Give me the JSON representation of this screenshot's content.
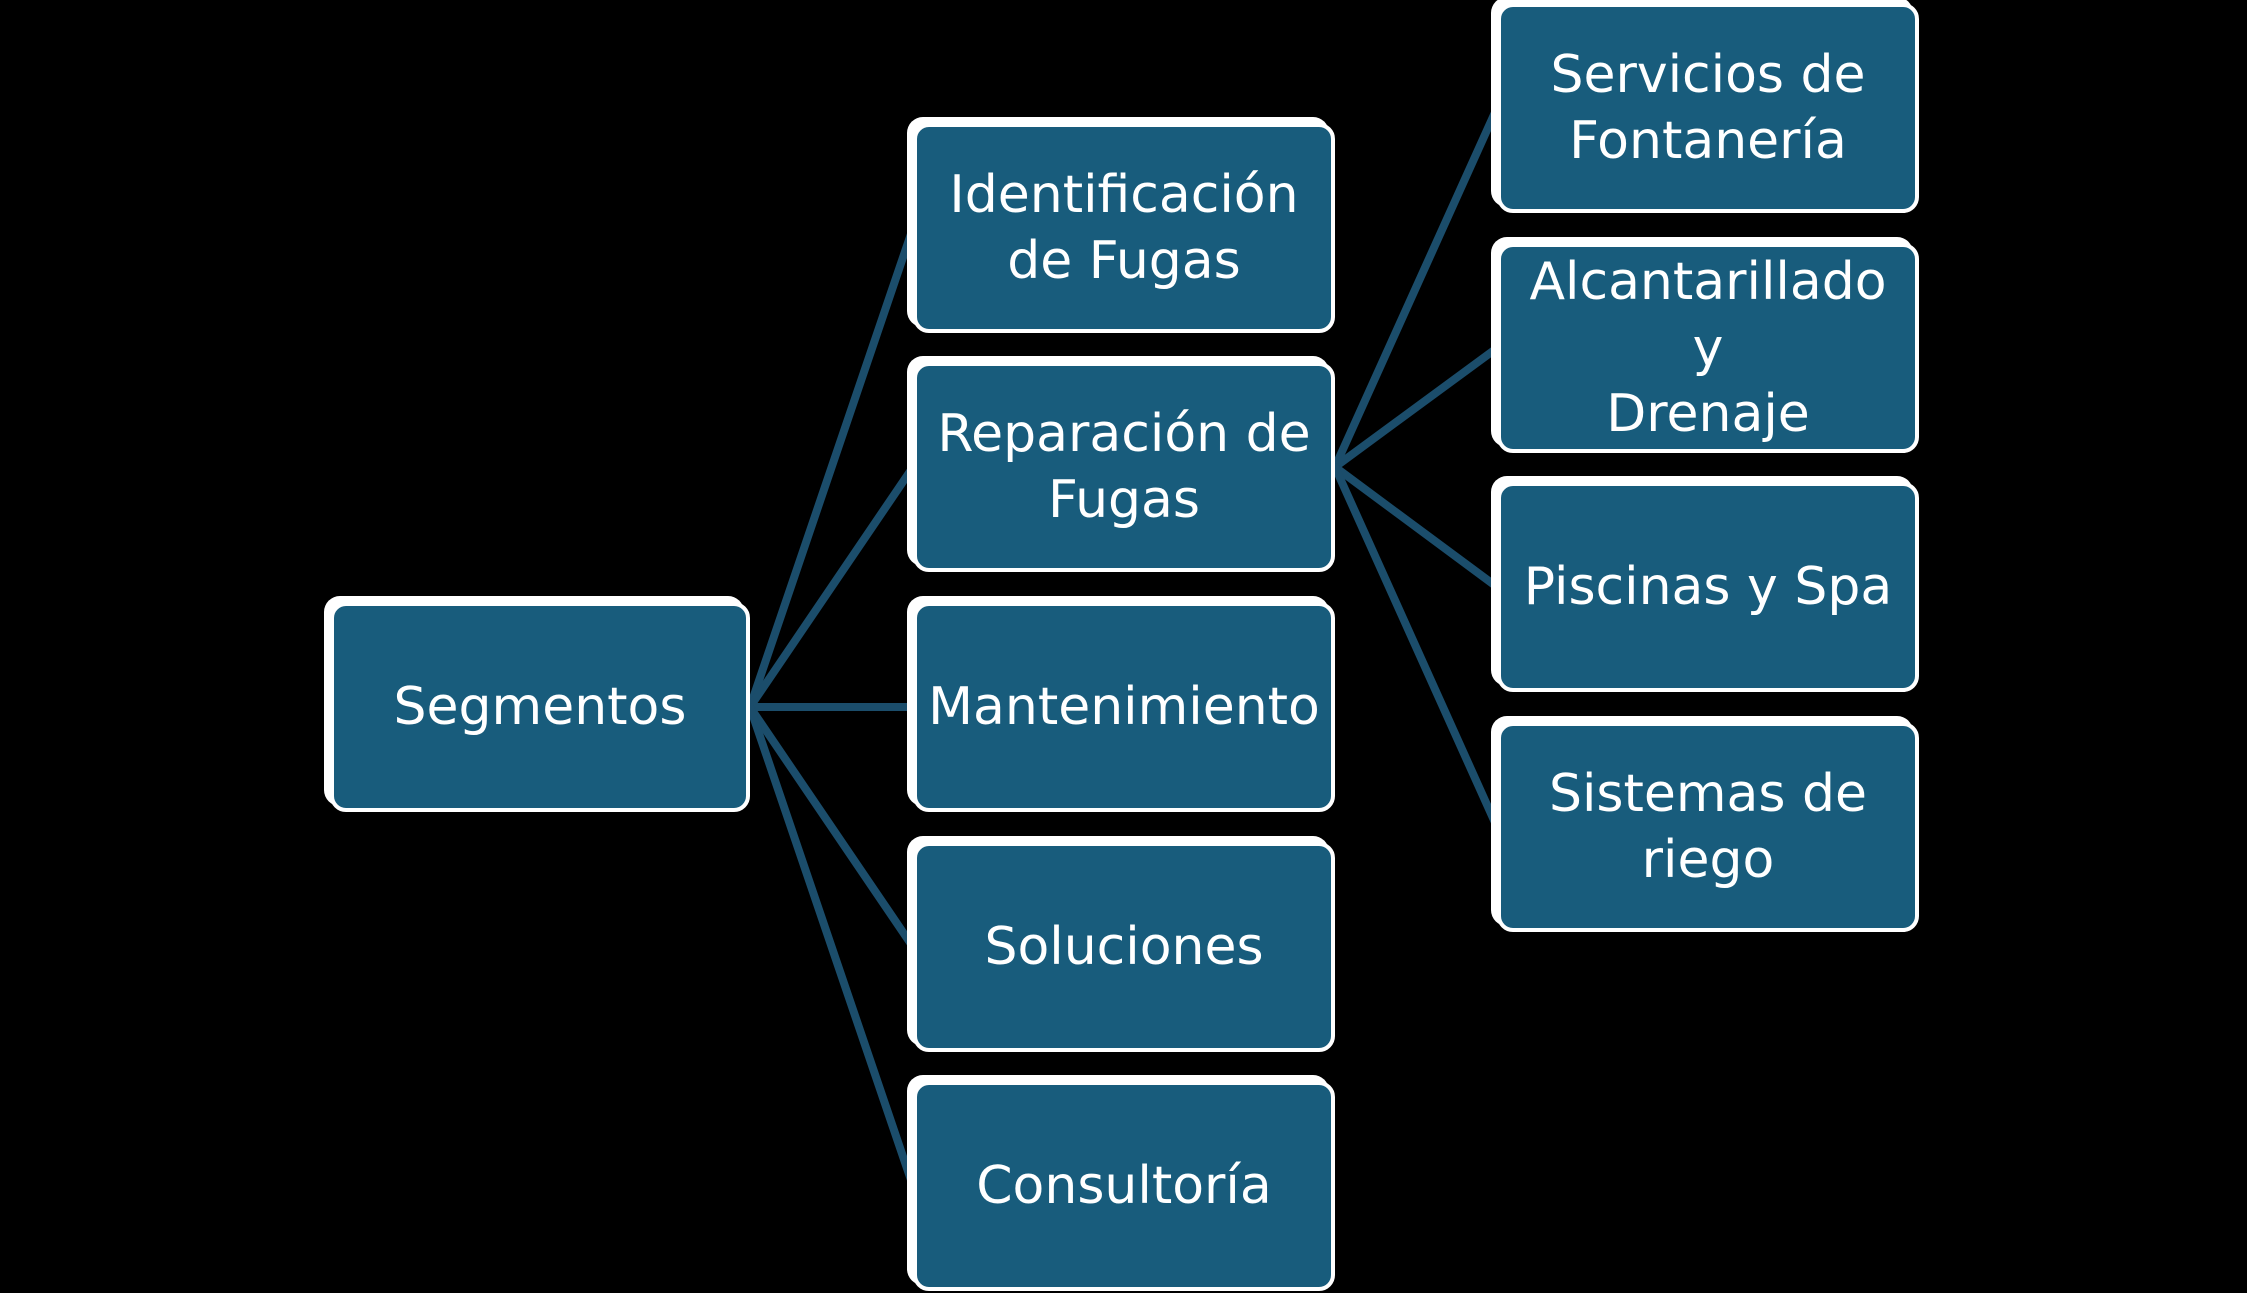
{
  "colors": {
    "background": "#000000",
    "node_fill": "#185c7c",
    "node_border": "#ffffff",
    "connector": "#1b4d6b",
    "text": "#ffffff"
  },
  "root": {
    "label": "Segmentos"
  },
  "level1": [
    {
      "id": "identificacion",
      "label": "Identificación\nde Fugas"
    },
    {
      "id": "reparacion",
      "label": "Reparación de\nFugas"
    },
    {
      "id": "mantenimiento",
      "label": "Mantenimiento"
    },
    {
      "id": "soluciones",
      "label": "Soluciones"
    },
    {
      "id": "consultoria",
      "label": "Consultoría"
    }
  ],
  "level2": [
    {
      "id": "fontaneria",
      "label": "Servicios de\nFontanería"
    },
    {
      "id": "alcantarillado",
      "label": "Alcantarillado y\nDrenaje"
    },
    {
      "id": "piscinas",
      "label": "Piscinas y Spa"
    },
    {
      "id": "riego",
      "label": "Sistemas de\nriego"
    }
  ]
}
